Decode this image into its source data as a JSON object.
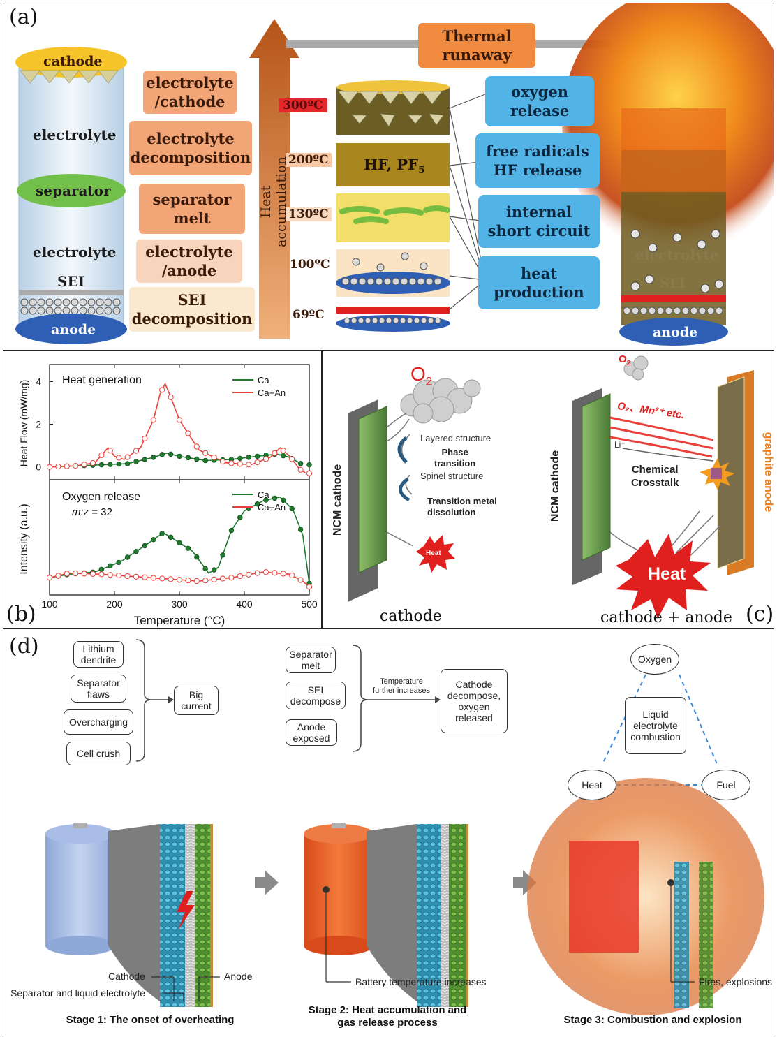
{
  "panel_a": {
    "label": "(a)",
    "cell_left": [
      "cathode",
      "electrolyte",
      "separator",
      "electrolyte",
      "SEI",
      "anode"
    ],
    "reactions": [
      "electrolyte\n/cathode",
      "electrolyte\ndecomposition",
      "separator\nmelt",
      "electrolyte\n/anode",
      "SEI\ndecomposition"
    ],
    "heat_arrow_label": "Heat accumulation",
    "thermal_runaway": "Thermal\nrunaway",
    "temperatures": [
      "300ºC",
      "200ºC",
      "130ºC",
      "100ºC",
      "69ºC"
    ],
    "hf_label": "HF, PF",
    "hf_subscript": "5",
    "consequences": [
      "oxygen\nrelease",
      "free radicals\nHF release",
      "internal\nshort circuit",
      "heat\nproduction"
    ],
    "burning_cell": [
      "electrolyte",
      "SEI",
      "anode"
    ],
    "colors": {
      "orange_box": "#f2a577",
      "blue_box": "#52b4e6",
      "arrow": "#c96a2a",
      "red_band": "#e01f1f"
    }
  },
  "panel_b": {
    "label": "(b)",
    "top_title": "Heat generation",
    "bottom_title": "Oxygen release",
    "bottom_subtitle_var": "m:z",
    "bottom_subtitle_val": " = 32",
    "top_ylabel": "Heat Flow (mW/mg)",
    "bottom_ylabel": "Intensity (a.u.)",
    "xlabel": "Temperature (°C)",
    "legend": [
      "Ca",
      "Ca+An"
    ],
    "colors": {
      "Ca": "#1f7a2e",
      "Ca+An": "#e8403a"
    }
  },
  "chart_data": [
    {
      "type": "line",
      "title": "Heat generation",
      "xlabel": "",
      "ylabel": "Heat Flow (mW/mg)",
      "xlim": [
        100,
        500
      ],
      "ylim": [
        -0.6,
        4.8
      ],
      "yticks": [
        0,
        2,
        4
      ],
      "series": [
        {
          "name": "Ca",
          "x": [
            100,
            140,
            180,
            220,
            260,
            280,
            300,
            340,
            380,
            420,
            450,
            470,
            490
          ],
          "values": [
            0.0,
            0.05,
            0.1,
            0.15,
            0.45,
            0.65,
            0.5,
            0.3,
            0.35,
            0.5,
            0.6,
            0.45,
            0.1
          ]
        },
        {
          "name": "Ca+An",
          "x": [
            100,
            140,
            170,
            190,
            200,
            215,
            240,
            260,
            270,
            278,
            285,
            300,
            330,
            370,
            410,
            440,
            455,
            470,
            485,
            495
          ],
          "values": [
            0.0,
            0.05,
            0.2,
            0.9,
            0.5,
            0.35,
            0.9,
            2.2,
            3.4,
            3.9,
            3.4,
            2.2,
            0.8,
            0.2,
            0.1,
            0.45,
            0.9,
            0.5,
            -0.1,
            -0.3
          ]
        }
      ]
    },
    {
      "type": "line",
      "title": "Oxygen release",
      "xlabel": "Temperature (°C)",
      "ylabel": "Intensity (a.u.)",
      "xlim": [
        100,
        500
      ],
      "xticks": [
        100,
        200,
        300,
        400,
        500
      ],
      "ylim": [
        0,
        10
      ],
      "series": [
        {
          "name": "Ca",
          "x": [
            100,
            130,
            170,
            210,
            250,
            275,
            290,
            320,
            345,
            360,
            380,
            400,
            430,
            455,
            475,
            490,
            500
          ],
          "values": [
            1.5,
            1.8,
            2.0,
            2.9,
            4.4,
            5.4,
            4.9,
            3.8,
            1.9,
            2.4,
            5.6,
            7.3,
            8.2,
            8.5,
            7.4,
            5.2,
            1.0
          ]
        },
        {
          "name": "Ca+An",
          "x": [
            100,
            130,
            180,
            230,
            280,
            330,
            380,
            430,
            470,
            490,
            500
          ],
          "values": [
            1.5,
            1.9,
            1.8,
            1.6,
            1.4,
            1.2,
            1.5,
            2.0,
            1.8,
            1.2,
            0.7
          ]
        }
      ]
    }
  ],
  "panel_c": {
    "label": "(c)",
    "left": {
      "o2": "O",
      "o2_sub": "2",
      "layered": "Layered structure",
      "phase": "Phase\ntransition",
      "spinel": "Spinel structure",
      "tm": "Transition metal\ndissolution",
      "heat": "Heat",
      "ncm": "NCM cathode",
      "caption": "cathode"
    },
    "right": {
      "o2": "O",
      "o2_sub": "2",
      "crosstalk_species": "O₂、Mn²⁺ etc.",
      "li": "Li⁺",
      "chem": "Chemical\nCrosstalk",
      "heat": "Heat",
      "ncm": "NCM cathode",
      "graphite": "graphite anode",
      "caption": "cathode + anode"
    }
  },
  "panel_d": {
    "label": "(d)",
    "stage1_causes": [
      "Lithium\ndendrite",
      "Separator\nflaws",
      "Overcharging",
      "Cell crush"
    ],
    "big_current": "Big\ncurrent",
    "stage2_causes": [
      "Separator\nmelt",
      "SEI\ndecompose",
      "Anode\nexposed"
    ],
    "temp_note": "Temperature\nfurther increases",
    "cathode_decompose": "Cathode\ndecompose,\noxygen\nreleased",
    "triangle": {
      "oxygen": "Oxygen",
      "heat": "Heat",
      "fuel": "Fuel",
      "center": "Liquid\nelectrolyte\ncombustion"
    },
    "callouts": {
      "cathode": "Cathode",
      "anode": "Anode",
      "separator": "Separator and liquid electrolyte",
      "battery_temp": "Battery temperature increases",
      "fires": "Fires, explosions"
    },
    "stages": [
      "Stage 1: The onset of overheating",
      "Stage 2: Heat accumulation and\ngas release process",
      "Stage 3: Combustion and explosion"
    ]
  }
}
